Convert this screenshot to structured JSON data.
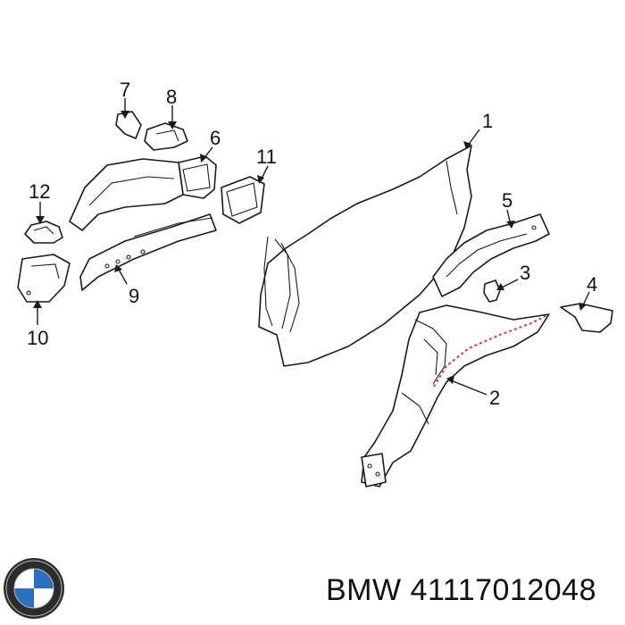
{
  "callouts": {
    "n1": "1",
    "n2": "2",
    "n3": "3",
    "n4": "4",
    "n5": "5",
    "n6": "6",
    "n7": "7",
    "n8": "8",
    "n9": "9",
    "n10": "10",
    "n11": "11",
    "n12": "12"
  },
  "footer": {
    "brand": "BMW",
    "part_number": "41117012048"
  },
  "colors": {
    "line": "#1a1a1a",
    "highlight": "#d23b3b",
    "logo_blue": "#2a6fc0"
  },
  "icons": {
    "brand_logo": "bmw-roundel-icon"
  }
}
